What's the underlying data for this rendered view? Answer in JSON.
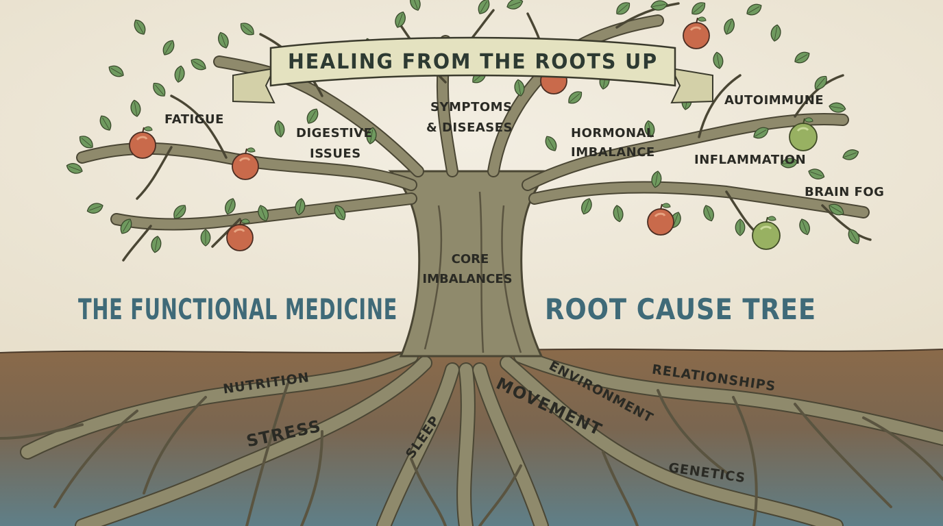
{
  "banner": {
    "text": "HEALING FROM THE ROOTS UP"
  },
  "title_left": "THE FUNCTIONAL MEDICINE",
  "title_right": "ROOT CAUSE TREE",
  "trunk": {
    "line1": "CORE",
    "line2": "IMBALANCES"
  },
  "branches": {
    "fatigue": "FATIGUE",
    "digestive_1": "DIGESTIVE",
    "digestive_2": "ISSUES",
    "symptoms_1": "SYMPTOMS",
    "symptoms_2": "& DISEASES",
    "hormonal_1": "HORMONAL",
    "hormonal_2": "IMBALANCE",
    "autoimmune": "AUTOIMMUNE",
    "inflammation": "INFLAMMATION",
    "brain_fog": "BRAIN FOG"
  },
  "roots": {
    "nutrition": "NUTRITION",
    "stress": "STRESS",
    "sleep": "SLEEP",
    "movement": "MOVEMENT",
    "environment": "ENVIRONMENT",
    "relationships": "RELATIONSHIPS",
    "genetics": "GENETICS"
  },
  "colors": {
    "sky": "#efe9da",
    "soil": "#8a6a4a",
    "soil_deep": "#5f7f88",
    "trunk": "#8f8a6c",
    "trunk_outline": "#4a4634",
    "leaf": "#6f9a5f",
    "apple_red": "#c96a4b",
    "apple_green": "#98b162",
    "title_blue": "#3f6a78",
    "banner": "#e4e2c0"
  },
  "icons": [
    "leaf-icon",
    "apple-icon",
    "banner-ribbon"
  ]
}
